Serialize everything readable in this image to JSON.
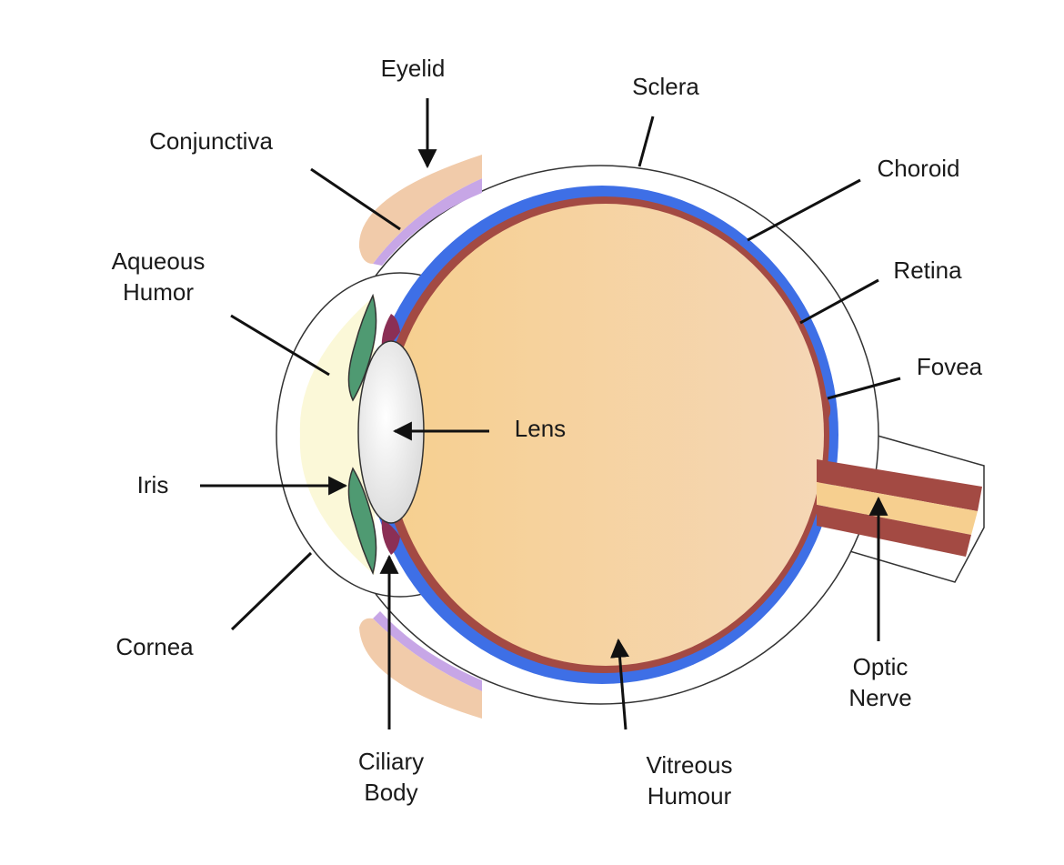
{
  "colors": {
    "sclera": "#ffffff",
    "choroid": "#3e6fe6",
    "retina": "#a34a43",
    "vitreous": "#f6cf8f",
    "vitreous_edge": "#f5d7b6",
    "eyelid": "#f1cbaa",
    "conjunctiva": "#c7a6e6",
    "aqueous": "#fbf8d8",
    "iris": "#4f9a72",
    "ciliary": "#8b2f55",
    "lens": "#d9d9d9",
    "outline": "#333333"
  },
  "labels": {
    "eyelid": "Eyelid",
    "sclera": "Sclera",
    "conjunctiva": "Conjunctiva",
    "choroid": "Choroid",
    "aqueous_line1": "Aqueous",
    "aqueous_line2": "Humor",
    "retina": "Retina",
    "fovea": "Fovea",
    "lens": "Lens",
    "iris": "Iris",
    "cornea": "Cornea",
    "optic_line1": "Optic",
    "optic_line2": "Nerve",
    "ciliary_line1": "Ciliary",
    "ciliary_line2": "Body",
    "vitreous_line1": "Vitreous",
    "vitreous_line2": "Humour"
  }
}
